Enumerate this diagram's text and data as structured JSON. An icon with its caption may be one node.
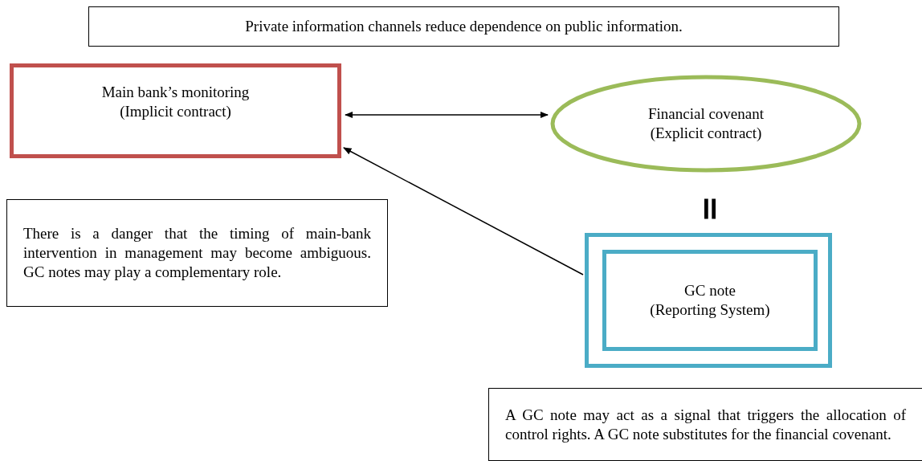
{
  "diagram": {
    "nodes": [
      {
        "text": [
          "Private information channels reduce dependence on public information."
        ]
      },
      {
        "text": [
          "Main bank’s monitoring",
          "(Implicit contract)"
        ]
      },
      {
        "text": [
          "Financial covenant",
          "(Explicit contract)"
        ]
      },
      {
        "text": [
          "There is a danger that the timing of main-bank intervention in management may become ambiguous. GC notes may play a complementary role."
        ]
      },
      {
        "text": [],
        "shape": "box"
      },
      {
        "text": [
          "GC note",
          "(Reporting System)"
        ],
        "in": 4
      },
      {
        "text": [
          "A GC note may act as a signal that triggers the allocation of control rights. A GC note substitutes for the financial covenant."
        ]
      }
    ],
    "edges": [
      {
        "from": 1,
        "to": 2,
        "arrow": "both"
      },
      {
        "from": 4,
        "to": 1,
        "arrow": "to"
      }
    ],
    "labels": [
      "="
    ]
  }
}
